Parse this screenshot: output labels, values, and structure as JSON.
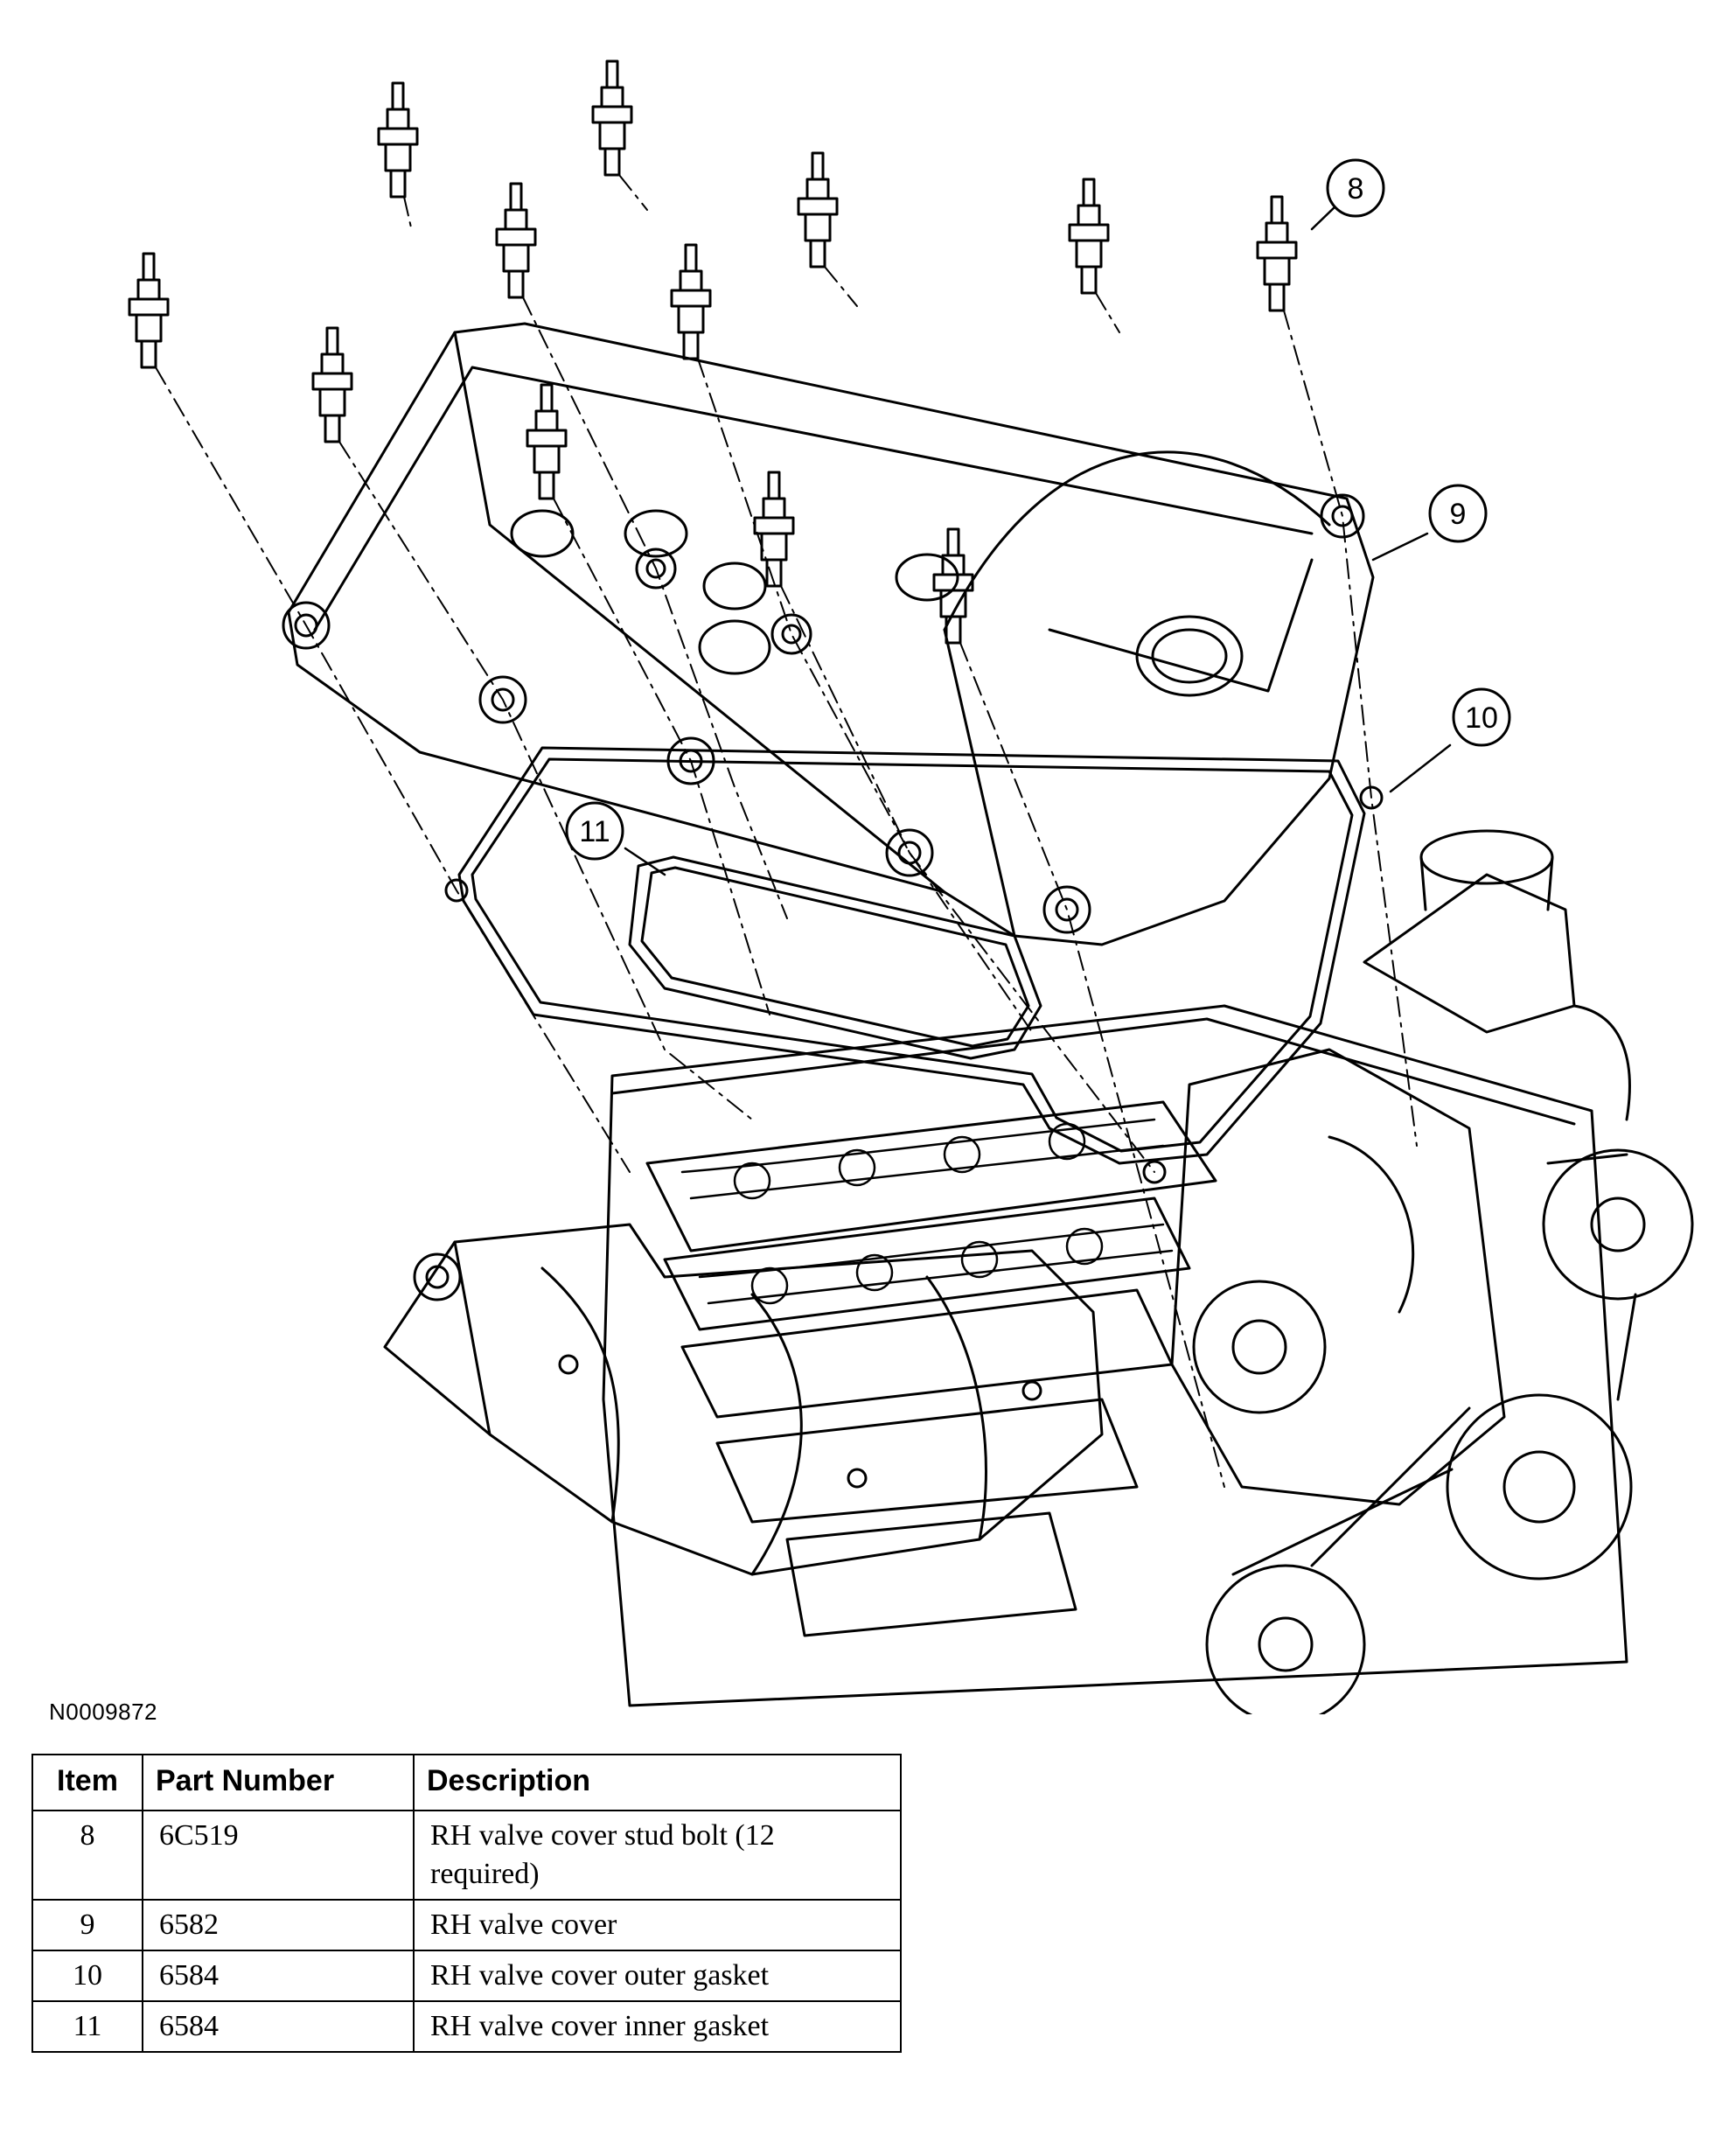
{
  "figure": {
    "id": "N0009872",
    "callouts": [
      {
        "number": "8"
      },
      {
        "number": "9"
      },
      {
        "number": "10"
      },
      {
        "number": "11"
      }
    ]
  },
  "table": {
    "headers": {
      "item": "Item",
      "part_number": "Part Number",
      "description": "Description"
    },
    "rows": [
      {
        "item": "8",
        "part_number": "6C519",
        "description": "RH valve cover stud bolt (12 required)"
      },
      {
        "item": "9",
        "part_number": "6582",
        "description": "RH valve cover"
      },
      {
        "item": "10",
        "part_number": "6584",
        "description": "RH valve cover outer gasket"
      },
      {
        "item": "11",
        "part_number": "6584",
        "description": "RH valve cover inner gasket"
      }
    ]
  }
}
